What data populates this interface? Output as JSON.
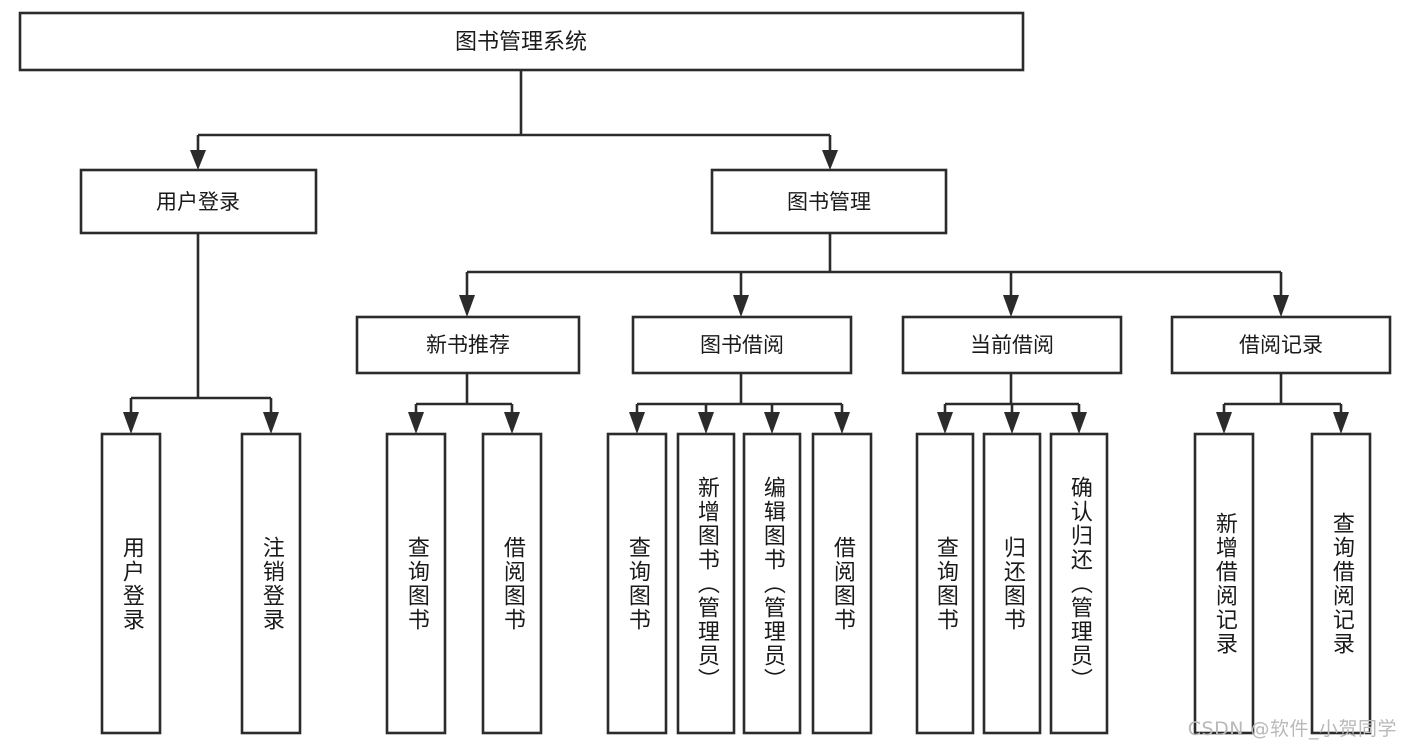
{
  "title": "图书管理系统",
  "watermark": "CSDN @软件_小贺同学",
  "nodes": {
    "root": {
      "label": "图书管理系统"
    },
    "level2": [
      {
        "label": "用户登录"
      },
      {
        "label": "图书管理"
      }
    ],
    "level3": [
      {
        "label": "新书推荐"
      },
      {
        "label": "图书借阅"
      },
      {
        "label": "当前借阅"
      },
      {
        "label": "借阅记录"
      }
    ],
    "leaves": [
      {
        "label": "用户登录",
        "parent": "用户登录"
      },
      {
        "label": "注销登录",
        "parent": "用户登录"
      },
      {
        "label": "查询图书",
        "parent": "新书推荐"
      },
      {
        "label": "借阅图书",
        "parent": "新书推荐"
      },
      {
        "label": "查询图书",
        "parent": "图书借阅"
      },
      {
        "label": "新增图书（管理员）",
        "parent": "图书借阅"
      },
      {
        "label": "编辑图书（管理员）",
        "parent": "图书借阅"
      },
      {
        "label": "借阅图书",
        "parent": "图书借阅"
      },
      {
        "label": "查询图书",
        "parent": "当前借阅"
      },
      {
        "label": "归还图书",
        "parent": "当前借阅"
      },
      {
        "label": "确认归还（管理员）",
        "parent": "当前借阅"
      },
      {
        "label": "新增借阅记录",
        "parent": "借阅记录"
      },
      {
        "label": "查询借阅记录",
        "parent": "借阅记录"
      }
    ]
  },
  "colors": {
    "stroke": "#2b2b2b",
    "fill": "#ffffff",
    "text": "#1a1a1a",
    "watermark": "#b9b9b9"
  }
}
